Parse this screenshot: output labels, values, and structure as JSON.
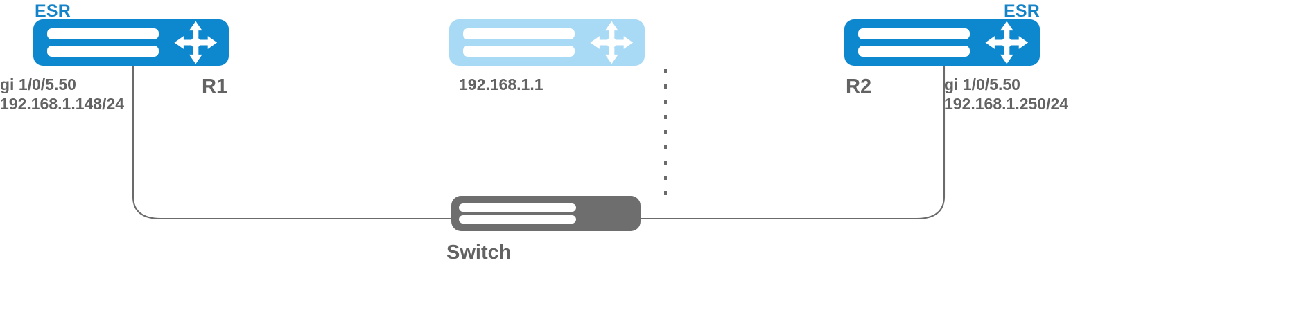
{
  "diagram": {
    "title": "ESR routers connected through a switch",
    "background": "#ffffff",
    "colors": {
      "router_primary": "#0d87ce",
      "router_faded": "#a9daf5",
      "switch": "#6e6e6e",
      "label_text": "#636363",
      "brand_text": "#1583c8",
      "link_line": "#6b6b6b"
    }
  },
  "devices": {
    "r1": {
      "brand": "ESR",
      "name": "R1",
      "interface": "gi 1/0/5.50",
      "address": "192.168.1.148/24",
      "icon": "router-icon",
      "arrows_icon": "four-way-arrow-icon",
      "state": "active"
    },
    "middle": {
      "name": "192.168.1.1",
      "icon": "router-icon",
      "arrows_icon": "four-way-arrow-icon",
      "state": "faded"
    },
    "r2": {
      "brand": "ESR",
      "name": "R2",
      "interface": "gi 1/0/5.50",
      "address": "192.168.1.250/24",
      "icon": "router-icon",
      "arrows_icon": "four-way-arrow-icon",
      "state": "active"
    },
    "switch": {
      "name": "Switch",
      "icon": "switch-icon",
      "state": "active"
    }
  },
  "links": [
    {
      "name": "r1-to-switch",
      "style": "solid"
    },
    {
      "name": "r2-to-switch",
      "style": "solid"
    },
    {
      "name": "gateway-to-switch",
      "style": "dotted"
    }
  ]
}
